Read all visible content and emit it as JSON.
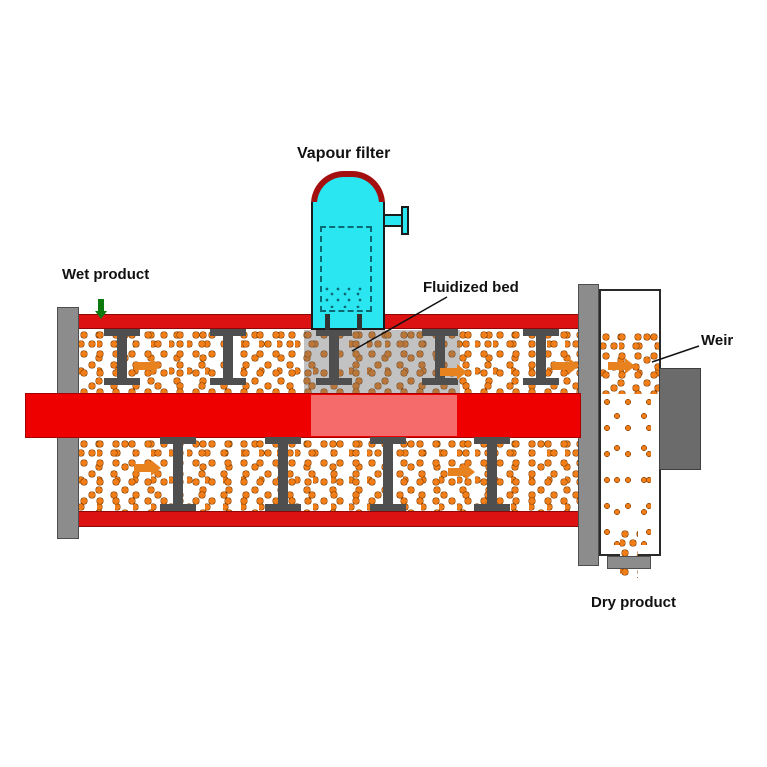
{
  "diagram": {
    "labels": {
      "vapour_filter": "Vapour filter",
      "wet_product": "Wet product",
      "fluidized_bed": "Fluidized bed",
      "weir": "Weir",
      "dry_product": "Dry product"
    },
    "icons": {
      "flow_arrow": "right-triangle",
      "inlet_arrow": "down-triangle"
    },
    "colors": {
      "vessel_wall": "#dc1212",
      "rotor_shaft": "#ee0000",
      "particles": "#f07d18",
      "particle_edge": "#8a4200",
      "filter_body": "#2ae6f0",
      "filter_dome": "#a40f0f",
      "steel": "#8c8c8c",
      "dark_steel": "#6b6b6b",
      "baffle": "#4f4f4f",
      "inlet_green": "#0c7a0c",
      "arrow_orange": "#e8821e",
      "background": "#ffffff"
    }
  }
}
